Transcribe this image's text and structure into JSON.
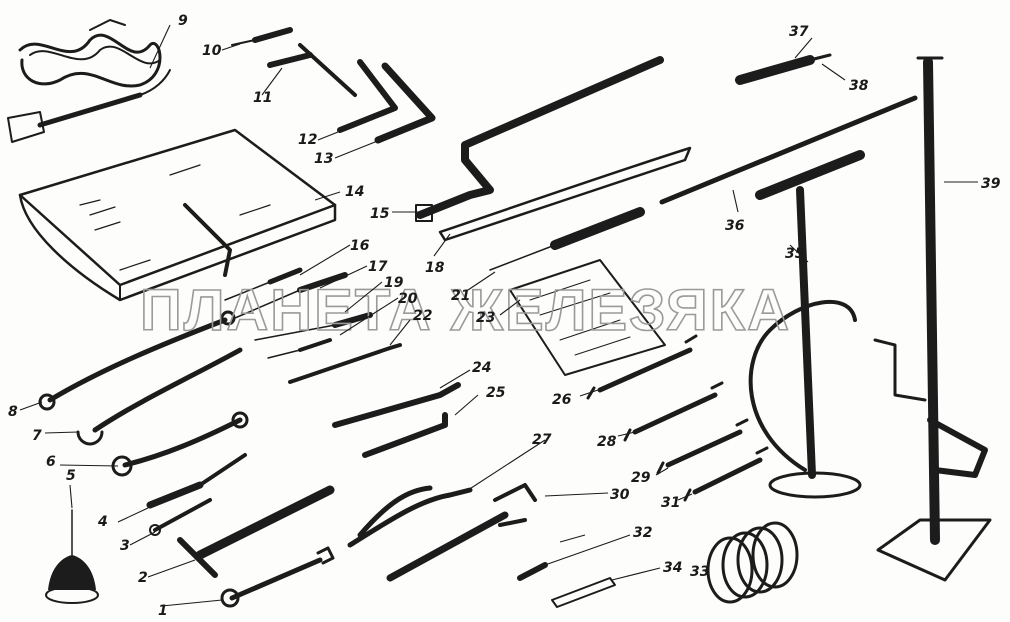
{
  "diagram": {
    "watermark": "ПЛАНЕТА ЖЕЛЕЗЯКА",
    "callouts": [
      "1",
      "2",
      "3",
      "4",
      "5",
      "6",
      "7",
      "8",
      "9",
      "10",
      "11",
      "12",
      "13",
      "14",
      "15",
      "16",
      "17",
      "18",
      "19",
      "20",
      "21",
      "22",
      "23",
      "24",
      "25",
      "26",
      "27",
      "28",
      "29",
      "30",
      "31",
      "32",
      "33",
      "34",
      "35",
      "36",
      "37",
      "38",
      "39"
    ]
  }
}
